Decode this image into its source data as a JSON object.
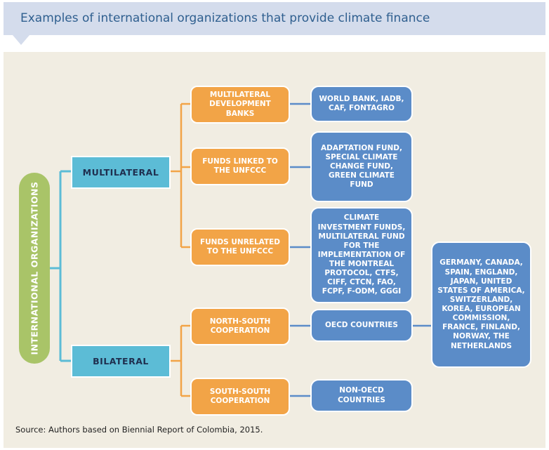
{
  "title": "Examples of international organizations that provide climate finance",
  "root": {
    "label": "INTERNATIONAL ORGANIZATIONS"
  },
  "categories": {
    "multilateral": {
      "label": "MULTILATERAL",
      "mdb": {
        "label": "MULTILATERAL DEVELOPMENT BANKS",
        "examples": "WORLD BANK, IADB, CAF, FONTAGRO"
      },
      "linked": {
        "label": "FUNDS LINKED TO THE UNFCCC",
        "examples": "ADAPTATION FUND, SPECIAL CLIMATE CHANGE FUND, GREEN CLIMATE FUND"
      },
      "unrelated": {
        "label": "FUNDS UNRELATED TO THE UNFCCC",
        "examples": "CLIMATE INVESTMENT FUNDS, MULTILATERAL FUND FOR THE IMPLEMENTATION OF THE MONTREAL PROTOCOL, CTFS, CIFF, CTCN, FAO, FCPF, F-ODM, GGGI"
      }
    },
    "bilateral": {
      "label": "BILATERAL",
      "north_south": {
        "label": "NORTH-SOUTH COOPERATION",
        "examples": "OECD COUNTRIES"
      },
      "south_south": {
        "label": "SOUTH-SOUTH COOPERATION",
        "examples": "NON-OECD COUNTRIES"
      }
    }
  },
  "oecd_countries_list": "GERMANY, CANADA, SPAIN, ENGLAND, JAPAN, UNITED STATES OF AMERICA, SWITZERLAND, KOREA, EUROPEAN COMMISSION, FRANCE, FINLAND, NORWAY, THE NETHERLANDS",
  "source": "Source: Authors based on Biennial Report of Colombia, 2015.",
  "colors": {
    "title_banner": "#d4dcec",
    "panel": "#f1ede2",
    "root": "#a9c468",
    "teal": "#5cbcd6",
    "orange": "#f2a447",
    "blue": "#5b8cc8"
  }
}
